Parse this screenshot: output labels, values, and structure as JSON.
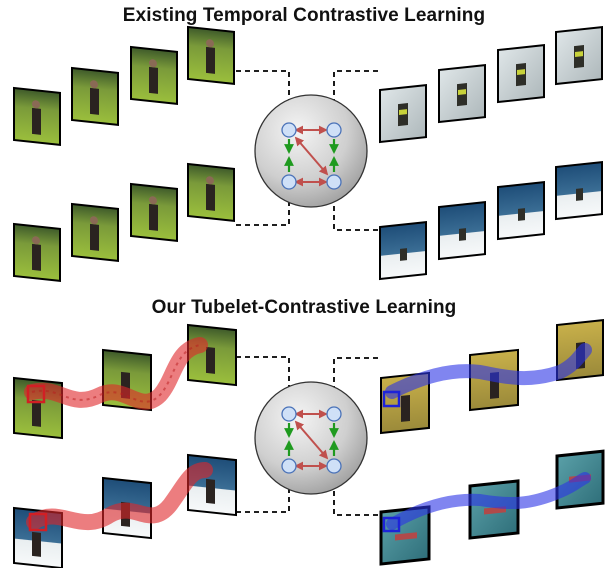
{
  "titles": {
    "top": "Existing Temporal Contrastive Learning",
    "bottom": "Our Tubelet-Contrastive Learning"
  },
  "colors": {
    "positive_arrow": "#1f9a1f",
    "negative_arrow": "#c0504d",
    "node_fill": "#cfe0f7",
    "node_stroke": "#4a72b8",
    "red_tube": "#e0262a",
    "blue_tube": "#2b33e6",
    "sphere_light": "#f2f2f2",
    "sphere_dark": "#9a9a9a"
  },
  "panels": [
    {
      "id": "top",
      "left_content": "golf-swing-video-frames",
      "right_content": "skiing-video-frames",
      "tubes": false
    },
    {
      "id": "bottom",
      "left_content": "golf-videos-with-overlaid-tubelet",
      "right_content": "golf-and-swimming-videos-with-overlaid-tubelet",
      "tubes": true
    }
  ]
}
